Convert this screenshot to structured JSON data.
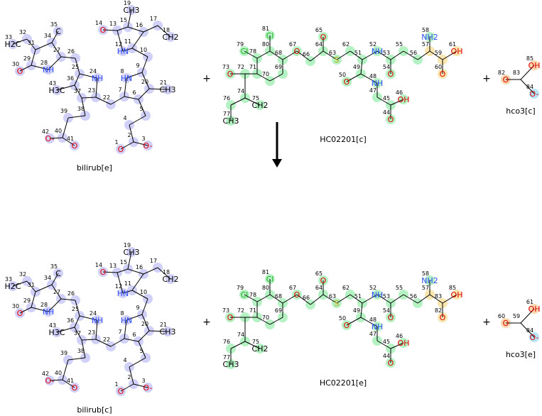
{
  "reaction": {
    "plus": "+",
    "arrow": "reaction-arrow"
  },
  "colors": {
    "bond": "#000000",
    "oxygen": "#e00000",
    "nitrogen": "#3050f8",
    "chlorine": "#1fb01f",
    "sulfur": "#c0a000",
    "bilirubin_hl": "#c8c8f8",
    "hc_hl": "#a8f0b8",
    "carboxyl_hl": "#f8e0a0",
    "hco3_o_hl": "#f8d0a0",
    "hco3_om_hl": "#a8e0f8"
  },
  "molecules": [
    {
      "name": "bilirub[e]",
      "atoms": [
        {
          "n": "33",
          "el": "H2C"
        },
        {
          "n": "32",
          "el": ""
        },
        {
          "n": "31",
          "el": ""
        },
        {
          "n": "34",
          "el": ""
        },
        {
          "n": "35",
          "el": "C"
        },
        {
          "n": "29",
          "el": ""
        },
        {
          "n": "30",
          "el": "O"
        },
        {
          "n": "28",
          "el": "NH"
        },
        {
          "n": "27",
          "el": ""
        },
        {
          "n": "26",
          "el": ""
        },
        {
          "n": "25",
          "el": ""
        },
        {
          "n": "24",
          "el": "NH"
        },
        {
          "n": "36",
          "el": ""
        },
        {
          "n": "43",
          "el": "H3C"
        },
        {
          "n": "37",
          "el": ""
        },
        {
          "n": "23",
          "el": ""
        },
        {
          "n": "22",
          "el": ""
        },
        {
          "n": "7",
          "el": ""
        },
        {
          "n": "8",
          "el": "HN"
        },
        {
          "n": "9",
          "el": ""
        },
        {
          "n": "10",
          "el": ""
        },
        {
          "n": "11",
          "el": ""
        },
        {
          "n": "12",
          "el": "HN"
        },
        {
          "n": "13",
          "el": ""
        },
        {
          "n": "14",
          "el": "O"
        },
        {
          "n": "15",
          "el": ""
        },
        {
          "n": "19",
          "el": "CH3"
        },
        {
          "n": "16",
          "el": ""
        },
        {
          "n": "17",
          "el": ""
        },
        {
          "n": "18",
          "el": "CH2"
        },
        {
          "n": "20",
          "el": ""
        },
        {
          "n": "21",
          "el": "CH3"
        },
        {
          "n": "6",
          "el": ""
        },
        {
          "n": "5",
          "el": ""
        },
        {
          "n": "4",
          "el": ""
        },
        {
          "n": "2",
          "el": ""
        },
        {
          "n": "1",
          "el": "O"
        },
        {
          "n": "3",
          "el": "O-"
        },
        {
          "n": "38",
          "el": ""
        },
        {
          "n": "39",
          "el": ""
        },
        {
          "n": "40",
          "el": ""
        },
        {
          "n": "42",
          "el": "O-"
        },
        {
          "n": "41",
          "el": "O"
        }
      ]
    },
    {
      "name": "HC02201[c]",
      "atoms": [
        {
          "n": "78",
          "el": ""
        },
        {
          "n": "80",
          "el": ""
        },
        {
          "n": "68",
          "el": ""
        },
        {
          "n": "69",
          "el": ""
        },
        {
          "n": "70",
          "el": ""
        },
        {
          "n": "71",
          "el": ""
        },
        {
          "n": "81",
          "el": "Cl"
        },
        {
          "n": "79",
          "el": "Cl"
        },
        {
          "n": "67",
          "el": "O"
        },
        {
          "n": "66",
          "el": ""
        },
        {
          "n": "64",
          "el": ""
        },
        {
          "n": "65",
          "el": "O"
        },
        {
          "n": "63",
          "el": "S"
        },
        {
          "n": "62",
          "el": ""
        },
        {
          "n": "51",
          "el": ""
        },
        {
          "n": "52",
          "el": "NH"
        },
        {
          "n": "53",
          "el": ""
        },
        {
          "n": "54",
          "el": "O"
        },
        {
          "n": "55",
          "el": ""
        },
        {
          "n": "56",
          "el": ""
        },
        {
          "n": "57",
          "el": ""
        },
        {
          "n": "58",
          "el": "NH2"
        },
        {
          "n": "59",
          "el": ""
        },
        {
          "n": "61",
          "el": "OH"
        },
        {
          "n": "60",
          "el": "O"
        },
        {
          "n": "49",
          "el": ""
        },
        {
          "n": "50",
          "el": "O"
        },
        {
          "n": "48",
          "el": "NH"
        },
        {
          "n": "47",
          "el": ""
        },
        {
          "n": "45",
          "el": ""
        },
        {
          "n": "46",
          "el": "OH"
        },
        {
          "n": "44",
          "el": "O"
        },
        {
          "n": "72",
          "el": ""
        },
        {
          "n": "73",
          "el": "O"
        },
        {
          "n": "74",
          "el": ""
        },
        {
          "n": "75",
          "el": "CH2"
        },
        {
          "n": "76",
          "el": ""
        },
        {
          "n": "77",
          "el": "CH3"
        }
      ]
    },
    {
      "name": "hco3[c]",
      "atoms": [
        {
          "n": "85",
          "el": "OH"
        },
        {
          "n": "83",
          "el": ""
        },
        {
          "n": "82",
          "el": "O"
        },
        {
          "n": "84",
          "el": "O-"
        }
      ]
    },
    {
      "name": "bilirub[c]",
      "atoms": "same-as-0"
    },
    {
      "name": "HC02201[e]",
      "atoms": [
        {
          "n": "78",
          "el": ""
        },
        {
          "n": "80",
          "el": ""
        },
        {
          "n": "68",
          "el": ""
        },
        {
          "n": "69",
          "el": ""
        },
        {
          "n": "70",
          "el": ""
        },
        {
          "n": "71",
          "el": ""
        },
        {
          "n": "81",
          "el": "Cl"
        },
        {
          "n": "79",
          "el": "Cl"
        },
        {
          "n": "67",
          "el": "O"
        },
        {
          "n": "66",
          "el": ""
        },
        {
          "n": "64",
          "el": ""
        },
        {
          "n": "65",
          "el": "O"
        },
        {
          "n": "63",
          "el": "S"
        },
        {
          "n": "62",
          "el": ""
        },
        {
          "n": "51",
          "el": ""
        },
        {
          "n": "52",
          "el": "NH"
        },
        {
          "n": "53",
          "el": ""
        },
        {
          "n": "54",
          "el": "O"
        },
        {
          "n": "55",
          "el": ""
        },
        {
          "n": "56",
          "el": ""
        },
        {
          "n": "57",
          "el": ""
        },
        {
          "n": "58",
          "el": "NH2"
        },
        {
          "n": "83",
          "el": ""
        },
        {
          "n": "85",
          "el": "OH"
        },
        {
          "n": "82",
          "el": "O"
        },
        {
          "n": "49",
          "el": ""
        },
        {
          "n": "50",
          "el": "O"
        },
        {
          "n": "48",
          "el": "NH"
        },
        {
          "n": "47",
          "el": ""
        },
        {
          "n": "45",
          "el": ""
        },
        {
          "n": "46",
          "el": "OH"
        },
        {
          "n": "44",
          "el": "O"
        },
        {
          "n": "72",
          "el": ""
        },
        {
          "n": "73",
          "el": "O"
        },
        {
          "n": "74",
          "el": ""
        },
        {
          "n": "75",
          "el": "CH2"
        },
        {
          "n": "76",
          "el": ""
        },
        {
          "n": "77",
          "el": "CH3"
        }
      ]
    },
    {
      "name": "hco3[e]",
      "atoms": [
        {
          "n": "61",
          "el": "OH"
        },
        {
          "n": "59",
          "el": ""
        },
        {
          "n": "60",
          "el": "O"
        },
        {
          "n": "84",
          "el": "O-"
        }
      ]
    }
  ]
}
